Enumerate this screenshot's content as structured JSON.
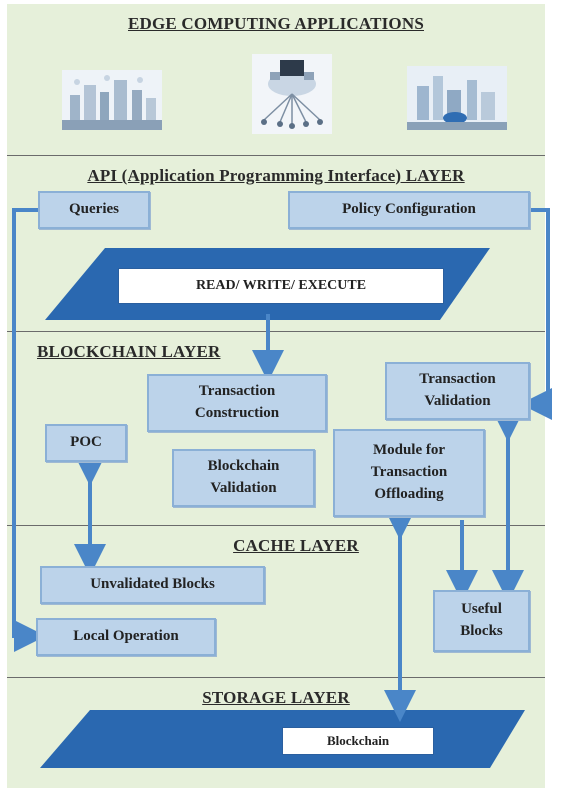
{
  "layers": {
    "apps": {
      "title": "EDGE COMPUTING APPLICATIONS",
      "icons": [
        "city-icon",
        "network-icon",
        "smart-city-icon"
      ]
    },
    "api": {
      "title": "API (Application Programming Interface) LAYER",
      "queries": "Queries",
      "policy": "Policy Configuration",
      "band_label": "READ/ WRITE/ EXECUTE"
    },
    "blockchain": {
      "title": "BLOCKCHAIN LAYER",
      "tx_construction": [
        "Transaction",
        "Construction"
      ],
      "tx_validation": [
        "Transaction",
        "Validation"
      ],
      "poc": "POC",
      "bc_validation": [
        "Blockchain",
        "Validation"
      ],
      "offloading": [
        "Module for",
        "Transaction",
        "Offloading"
      ]
    },
    "cache": {
      "title": "CACHE LAYER",
      "unvalidated": "Unvalidated Blocks",
      "local_op": "Local Operation",
      "useful": [
        "Useful",
        "Blocks"
      ]
    },
    "storage": {
      "title": "STORAGE LAYER",
      "band_label": "Blockchain"
    }
  },
  "colors": {
    "background": "#e6f0da",
    "box_fill": "#bcd3ea",
    "band": "#2a68b0",
    "arrow": "#4a86c8"
  }
}
